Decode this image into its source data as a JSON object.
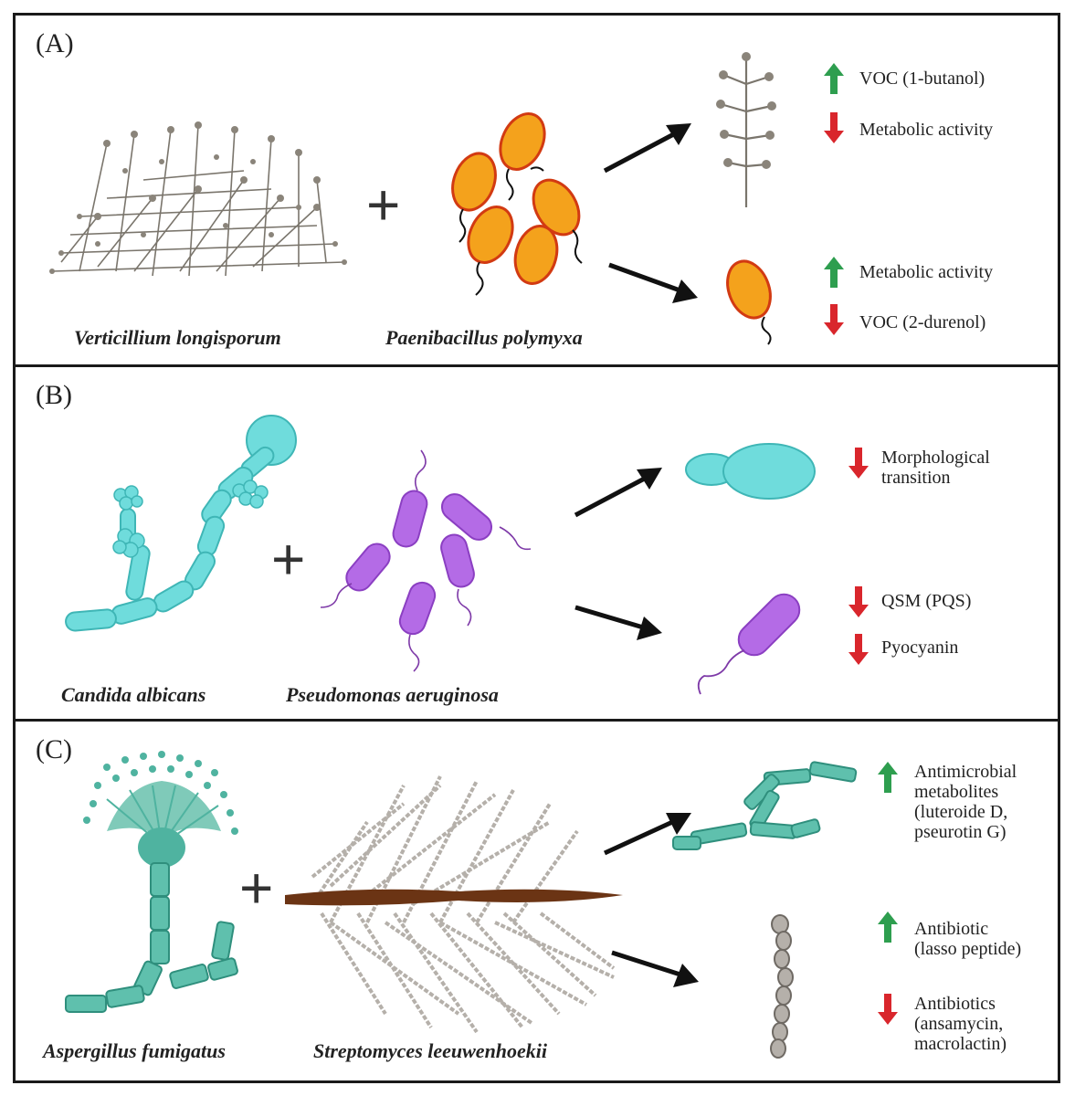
{
  "panels": [
    {
      "label": "(A)",
      "fungus": "Verticillium longisporum",
      "bacterium": "Paenibacillus polymyxa",
      "fungus_effects": [
        {
          "direction": "up",
          "text": [
            "VOC (1-butanol)"
          ]
        },
        {
          "direction": "down",
          "text": [
            "Metabolic activity"
          ]
        }
      ],
      "bacterium_effects": [
        {
          "direction": "up",
          "text": [
            "Metabolic activity"
          ]
        },
        {
          "direction": "down",
          "text": [
            "VOC (2-durenol)"
          ]
        }
      ]
    },
    {
      "label": "(B)",
      "fungus": "Candida albicans",
      "bacterium": "Pseudomonas aeruginosa",
      "fungus_effects": [
        {
          "direction": "down",
          "text": [
            "Morphological",
            "transition"
          ]
        }
      ],
      "bacterium_effects": [
        {
          "direction": "down",
          "text": [
            "QSM (PQS)"
          ]
        },
        {
          "direction": "down",
          "text": [
            "Pyocyanin"
          ]
        }
      ]
    },
    {
      "label": "(C)",
      "fungus": "Aspergillus fumigatus",
      "bacterium": "Streptomyces leeuwenhoekii",
      "fungus_effects": [
        {
          "direction": "up",
          "text": [
            "Antimicrobial",
            "metabolites",
            "(luteroide D,",
            "pseurotin G)"
          ]
        }
      ],
      "bacterium_effects": [
        {
          "direction": "up",
          "text": [
            "Antibiotic",
            "(lasso peptide)"
          ]
        },
        {
          "direction": "down",
          "text": [
            "Antibiotics",
            "(ansamycin,",
            "macrolactin)"
          ]
        }
      ]
    }
  ],
  "plus_symbol": "+",
  "colors": {
    "up_arrow": "#2e9e4f",
    "down_arrow": "#d9262c",
    "verticillium": "#7a756c",
    "paenibacillus_fill": "#f4a21c",
    "paenibacillus_edge": "#d23a12",
    "candida": "#6fdcdc",
    "pseudomonas": "#b46be6",
    "aspergillus": "#4fb3a0",
    "streptomyces_filament": "#6b3414",
    "streptomyces_hyphae": "#b5b0aa"
  }
}
